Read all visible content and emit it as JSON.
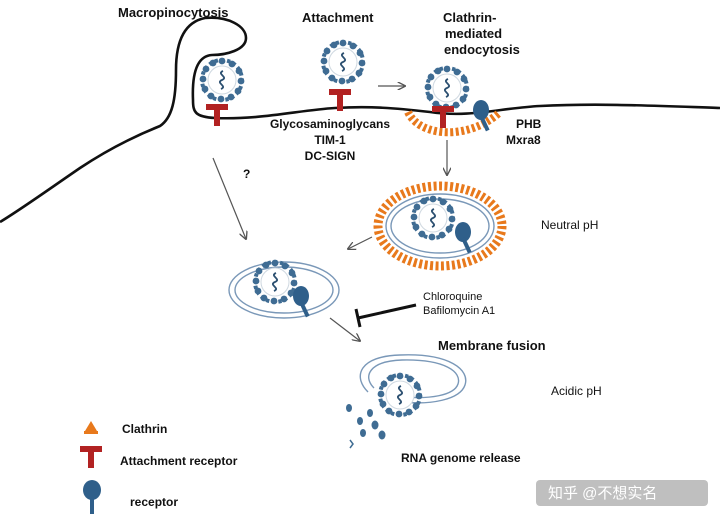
{
  "labels": {
    "macropinocytosis": "Macropinocytosis",
    "attachment": "Attachment",
    "clathrin_line1": "Clathrin-",
    "clathrin_line2": "mediated",
    "clathrin_line3": "endocytosis",
    "glycosaminoglycans": "Glycosaminoglycans",
    "tim1": "TIM-1",
    "dcsign": "DC-SIGN",
    "phb": "PHB",
    "mxra8": "Mxra8",
    "question": "?",
    "neutral_ph": "Neutral pH",
    "chloroquine": "Chloroquine",
    "bafilomycin": "Bafilomycin A1",
    "membrane_fusion": "Membrane fusion",
    "acidic_ph": "Acidic pH",
    "rna_release": "RNA genome  release"
  },
  "legend": [
    {
      "icon": "clathrin-icon",
      "label": "Clathrin"
    },
    {
      "icon": "attachment-receptor-icon",
      "label": "Attachment receptor"
    },
    {
      "icon": "receptor-icon",
      "label": "receptor"
    }
  ],
  "watermark": "知乎 @不想实名",
  "colors": {
    "virus": "#3f6c93",
    "attachment_receptor": "#b22222",
    "clathrin": "#e8791c",
    "receptor": "#2f5f8a",
    "endosome": "#7a98b8",
    "arrow": "#555555"
  }
}
